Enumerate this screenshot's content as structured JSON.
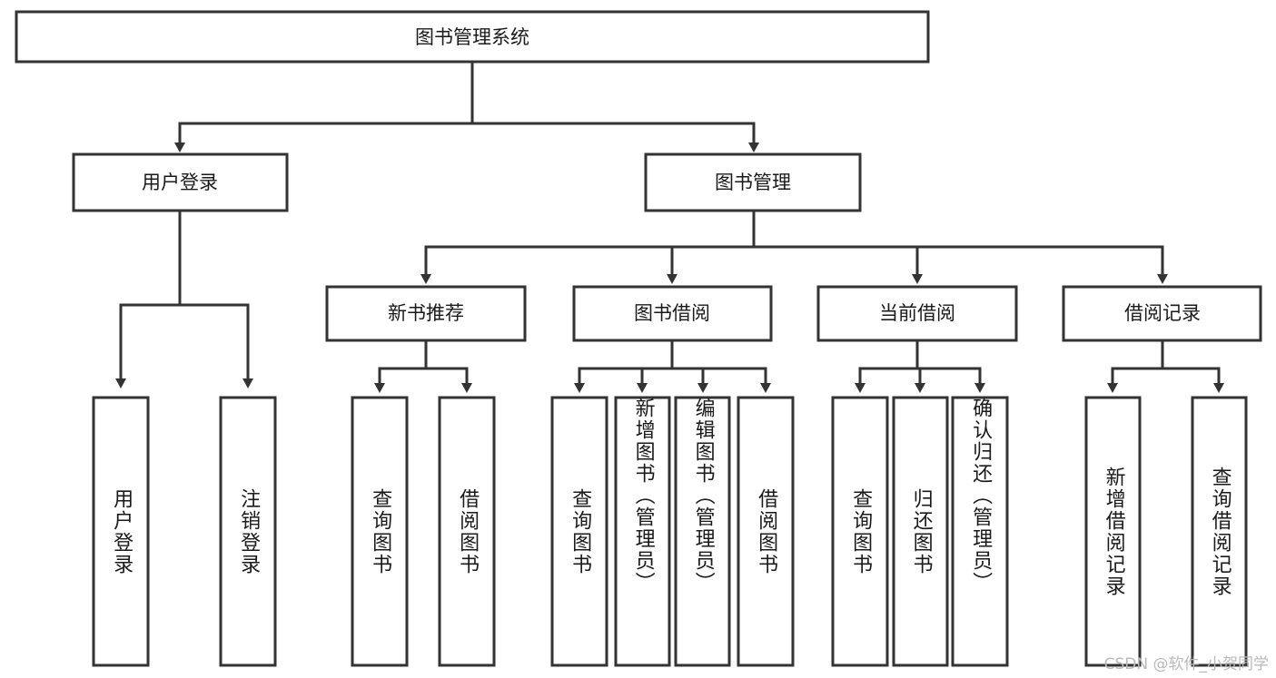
{
  "diagram": {
    "title": "图书管理系统",
    "type": "tree-hierarchy-chart",
    "watermark": "CSDN @软件_小贺同学",
    "colors": {
      "box_stroke": "#333333",
      "box_fill": "#ffffff",
      "text": "#1a1a1a",
      "background": "#ffffff",
      "watermark": "#b9b9b9"
    },
    "root": {
      "label": "图书管理系统"
    },
    "level2": [
      {
        "label": "用户登录"
      },
      {
        "label": "图书管理"
      }
    ],
    "level3": [
      {
        "label": "新书推荐"
      },
      {
        "label": "图书借阅"
      },
      {
        "label": "当前借阅"
      },
      {
        "label": "借阅记录"
      }
    ],
    "leaves": {
      "user_login": [
        {
          "label": "用户登录"
        },
        {
          "label": "注销登录"
        }
      ],
      "new_book_recommend": [
        {
          "label": "查询图书"
        },
        {
          "label": "借阅图书"
        }
      ],
      "book_borrow": [
        {
          "label": "查询图书"
        },
        {
          "label": "新增图书（管理员）"
        },
        {
          "label": "编辑图书（管理员）"
        },
        {
          "label": "借阅图书"
        }
      ],
      "current_borrow": [
        {
          "label": "查询图书"
        },
        {
          "label": "归还图书"
        },
        {
          "label": "确认归还（管理员）"
        }
      ],
      "borrow_record": [
        {
          "label": "新增借阅记录"
        },
        {
          "label": "查询借阅记录"
        }
      ]
    }
  }
}
